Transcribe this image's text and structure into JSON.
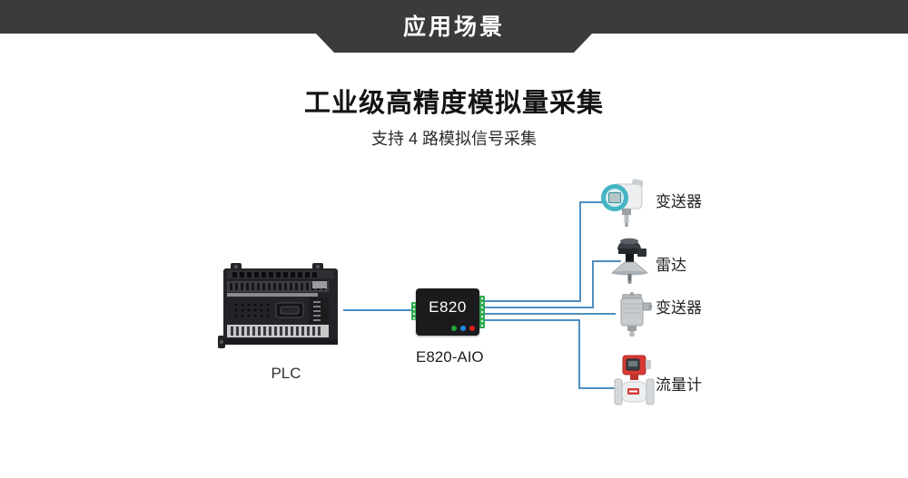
{
  "banner": {
    "label": "应用场景"
  },
  "heading": {
    "title": "工业级高精度模拟量采集",
    "subtitle": "支持 4 路模拟信号采集"
  },
  "diagram": {
    "plc_label": "PLC",
    "gateway": {
      "name": "E820",
      "label": "E820-AIO"
    },
    "sensors": [
      {
        "label": "变送器"
      },
      {
        "label": "雷达"
      },
      {
        "label": "变送器"
      },
      {
        "label": "流量计"
      }
    ],
    "colors": {
      "banner_bg": "#3b3b3d",
      "line_blue": "#4e8fc0",
      "terminal_green": "#2fa84f",
      "led_green": "#21a637",
      "led_blue": "#1e88e5",
      "led_red": "#e02020",
      "transmitter_teal": "#45b5c4",
      "flowmeter_red": "#d63a35"
    }
  }
}
